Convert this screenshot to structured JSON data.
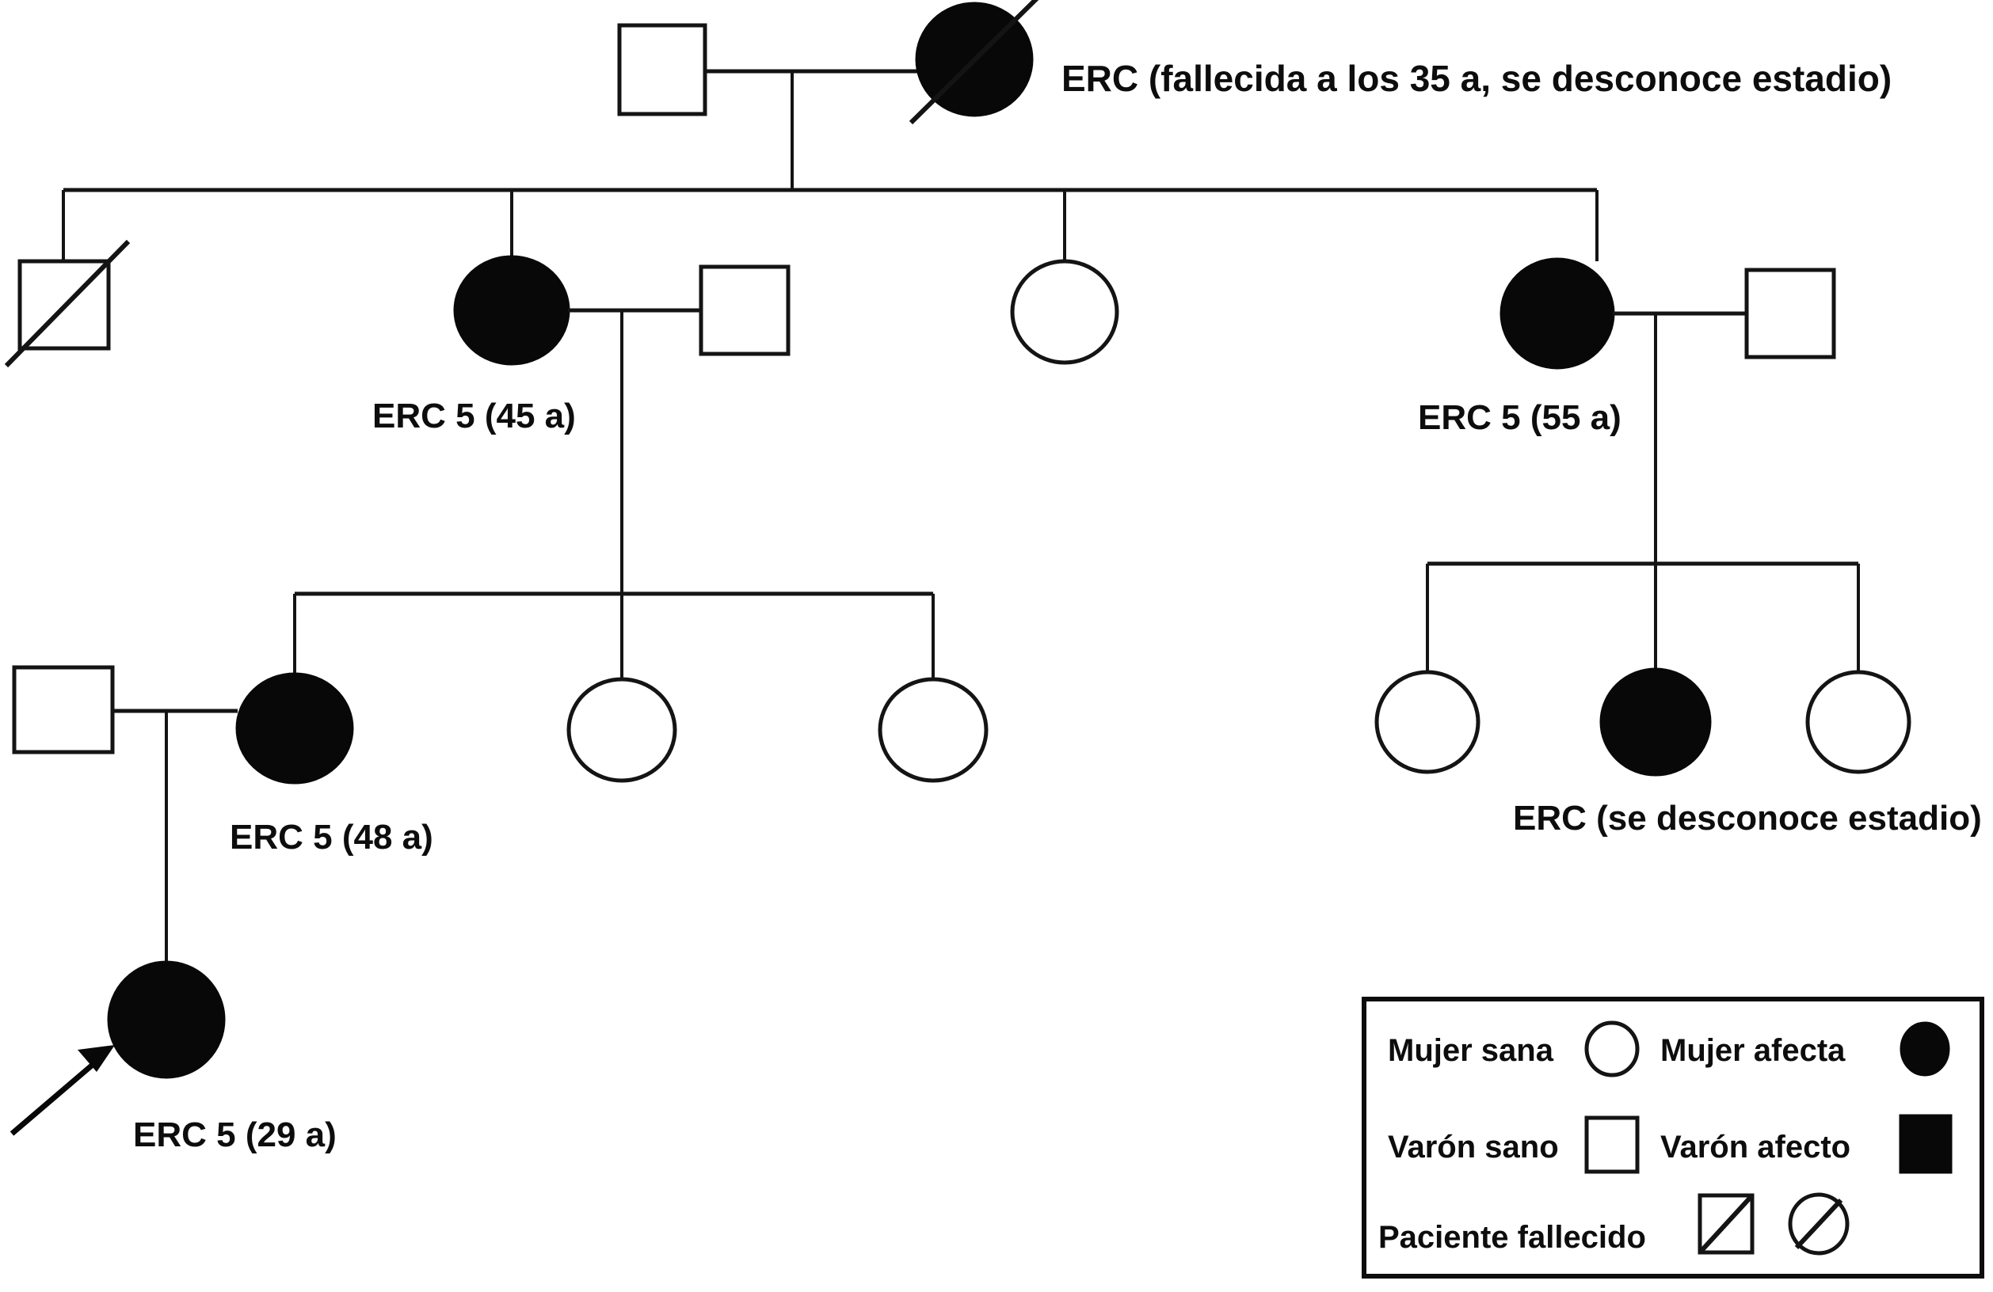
{
  "diagram": {
    "type": "pedigree-chart",
    "title": "",
    "colors": {
      "affected": "#080808",
      "unaffected": "#ffffff",
      "stroke": "#141414",
      "text": "#0d0d0d"
    }
  },
  "individuals": [
    {
      "id": "I-1",
      "generation": 1,
      "sex": "male",
      "status": "unaffected",
      "deceased": false,
      "label": ""
    },
    {
      "id": "I-2",
      "generation": 1,
      "sex": "female",
      "status": "affected",
      "deceased": true,
      "label": "ERC (fallecida a los 35 a, se desconoce estadio)"
    },
    {
      "id": "II-1",
      "generation": 2,
      "sex": "male",
      "status": "unaffected",
      "deceased": true,
      "label": ""
    },
    {
      "id": "II-2",
      "generation": 2,
      "sex": "female",
      "status": "affected",
      "deceased": false,
      "label": "ERC 5 (45 a)"
    },
    {
      "id": "II-3",
      "generation": 2,
      "sex": "male",
      "status": "unaffected",
      "deceased": false,
      "label": ""
    },
    {
      "id": "II-4",
      "generation": 2,
      "sex": "female",
      "status": "unaffected",
      "deceased": false,
      "label": ""
    },
    {
      "id": "II-5",
      "generation": 2,
      "sex": "female",
      "status": "affected",
      "deceased": false,
      "label": "ERC 5 (55 a)"
    },
    {
      "id": "II-6",
      "generation": 2,
      "sex": "male",
      "status": "unaffected",
      "deceased": false,
      "label": ""
    },
    {
      "id": "III-1",
      "generation": 3,
      "sex": "male",
      "status": "unaffected",
      "deceased": false,
      "label": ""
    },
    {
      "id": "III-2",
      "generation": 3,
      "sex": "female",
      "status": "affected",
      "deceased": false,
      "label": "ERC 5 (48 a)"
    },
    {
      "id": "III-3",
      "generation": 3,
      "sex": "female",
      "status": "unaffected",
      "deceased": false,
      "label": ""
    },
    {
      "id": "III-4",
      "generation": 3,
      "sex": "female",
      "status": "unaffected",
      "deceased": false,
      "label": ""
    },
    {
      "id": "III-5",
      "generation": 3,
      "sex": "female",
      "status": "unaffected",
      "deceased": false,
      "label": ""
    },
    {
      "id": "III-6",
      "generation": 3,
      "sex": "female",
      "status": "affected",
      "deceased": false,
      "label": "ERC (se desconoce estadio)"
    },
    {
      "id": "III-7",
      "generation": 3,
      "sex": "female",
      "status": "unaffected",
      "deceased": false,
      "label": ""
    },
    {
      "id": "IV-1",
      "generation": 4,
      "sex": "female",
      "status": "affected",
      "deceased": false,
      "proband": true,
      "label": "ERC 5 (29 a)"
    }
  ],
  "labels": {
    "founder_female": "ERC (fallecida a los 35 a, se desconoce estadio)",
    "gen2_left_female": "ERC 5 (45 a)",
    "gen2_right_female": "ERC 5 (55 a)",
    "gen3_left_female": "ERC 5 (48 a)",
    "gen3_right_female": "ERC (se desconoce estadio)",
    "proband": "ERC 5 (29 a)"
  },
  "legend": {
    "rows": [
      {
        "left_label": "Mujer sana",
        "left_symbol": "circle-open",
        "right_label": "Mujer afecta",
        "right_symbol": "circle-filled"
      },
      {
        "left_label": "Varón sano",
        "left_symbol": "square-open",
        "right_label": "Varón afecto",
        "right_symbol": "square-filled"
      },
      {
        "left_label": "Paciente fallecido",
        "left_symbol": "square-slashed",
        "right_label": "",
        "right_symbol": "circle-slashed"
      }
    ]
  }
}
